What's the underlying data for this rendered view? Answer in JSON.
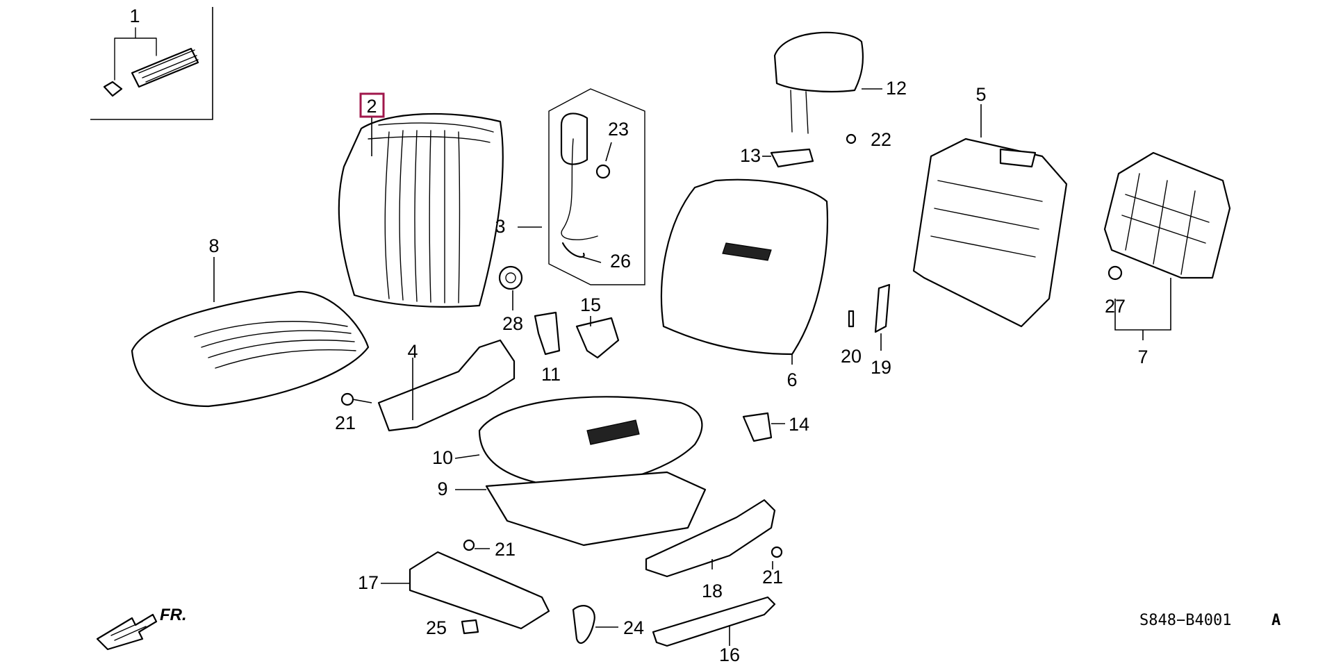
{
  "callouts": {
    "c1": "1",
    "c2": "2",
    "c3": "3",
    "c4": "4",
    "c5": "5",
    "c6": "6",
    "c7": "7",
    "c8": "8",
    "c9": "9",
    "c10": "10",
    "c11": "11",
    "c12": "12",
    "c13": "13",
    "c14": "14",
    "c15": "15",
    "c16": "16",
    "c17": "17",
    "c18": "18",
    "c19": "19",
    "c20": "20",
    "c21a": "21",
    "c21b": "21",
    "c21c": "21",
    "c22": "22",
    "c23": "23",
    "c24": "24",
    "c25": "25",
    "c26": "26",
    "c27": "27",
    "c28": "28"
  },
  "highlighted_part": "2",
  "direction_label": "FR.",
  "diagram_code": "S848−B4001",
  "diagram_code_suffix": "A",
  "colors": {
    "line": "#000000",
    "highlight": "#a0174b",
    "background": "#ffffff"
  }
}
